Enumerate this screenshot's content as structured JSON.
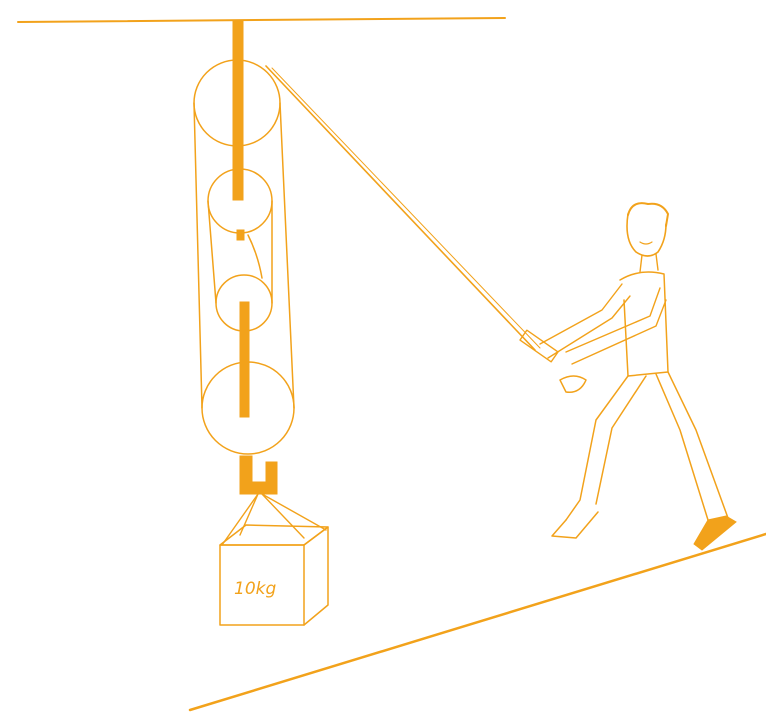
{
  "diagram": {
    "weight_label": "10kg",
    "colors": {
      "ink": "#f2a21b",
      "background": "#ffffff"
    },
    "icons": [
      "ceiling-line",
      "pulley-block",
      "rope",
      "weight-box",
      "person-pulling",
      "ground-ramp"
    ]
  }
}
